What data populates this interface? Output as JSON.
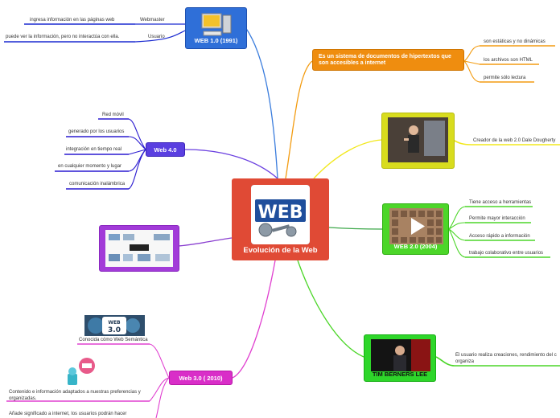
{
  "center": {
    "label": "Evolución de la Web",
    "logo_text": "WEB"
  },
  "web1": {
    "label": "WEB 1.0 (1991)",
    "branches": [
      "Webmaster",
      "Usuario"
    ],
    "leaves": [
      "ingresa información en las páginas web",
      "puede ver la información, pero no interactúa con ella."
    ]
  },
  "web4": {
    "label": "Web 4.0",
    "leaves": [
      "Red  móvil",
      "generado por los usuarios",
      "integración en tiempo real",
      "en cualquier momento y lugar",
      "comunicación inalámbrica"
    ]
  },
  "hypertext": {
    "label": "Es un sistema de documentos de hipertextos que son accesibles a internet",
    "leaves": [
      "son estáticas y no dinámicas",
      "los archivos son HTML",
      "permite sólo lectura"
    ]
  },
  "dougherty": {
    "leaf": "Creador de la web 2.0 Dale Dougherty"
  },
  "web2": {
    "label": "WEB 2.0 (2004)",
    "leaves": [
      "Tiene acceso a herramientas",
      "Permite mayor interacción",
      "Acceso rápido a información",
      "trabajo colaborativo entre usuarios"
    ]
  },
  "tim": {
    "label": "TIM BERNERS LEE",
    "leaf": "El usuario realiza creaciones, rendimiento del c organiza"
  },
  "web3": {
    "label": "Web 3.0 ( 2010)",
    "badge": "WEB 3.0",
    "badge_caption": "Conocida cómo Web Semántica",
    "leaves": [
      "Contenido e información adaptados a nuestras preferencias y organizadas.",
      "Añade significado a internet, los usuarios  podrán hacer"
    ]
  },
  "colors": {
    "orange": "#f39c12",
    "blue": "#3b7ddd",
    "purple": "#6a3fe0",
    "yellow": "#f2e81c",
    "green": "#4cd629",
    "magenta": "#e040d0",
    "center": "#e04a35"
  }
}
